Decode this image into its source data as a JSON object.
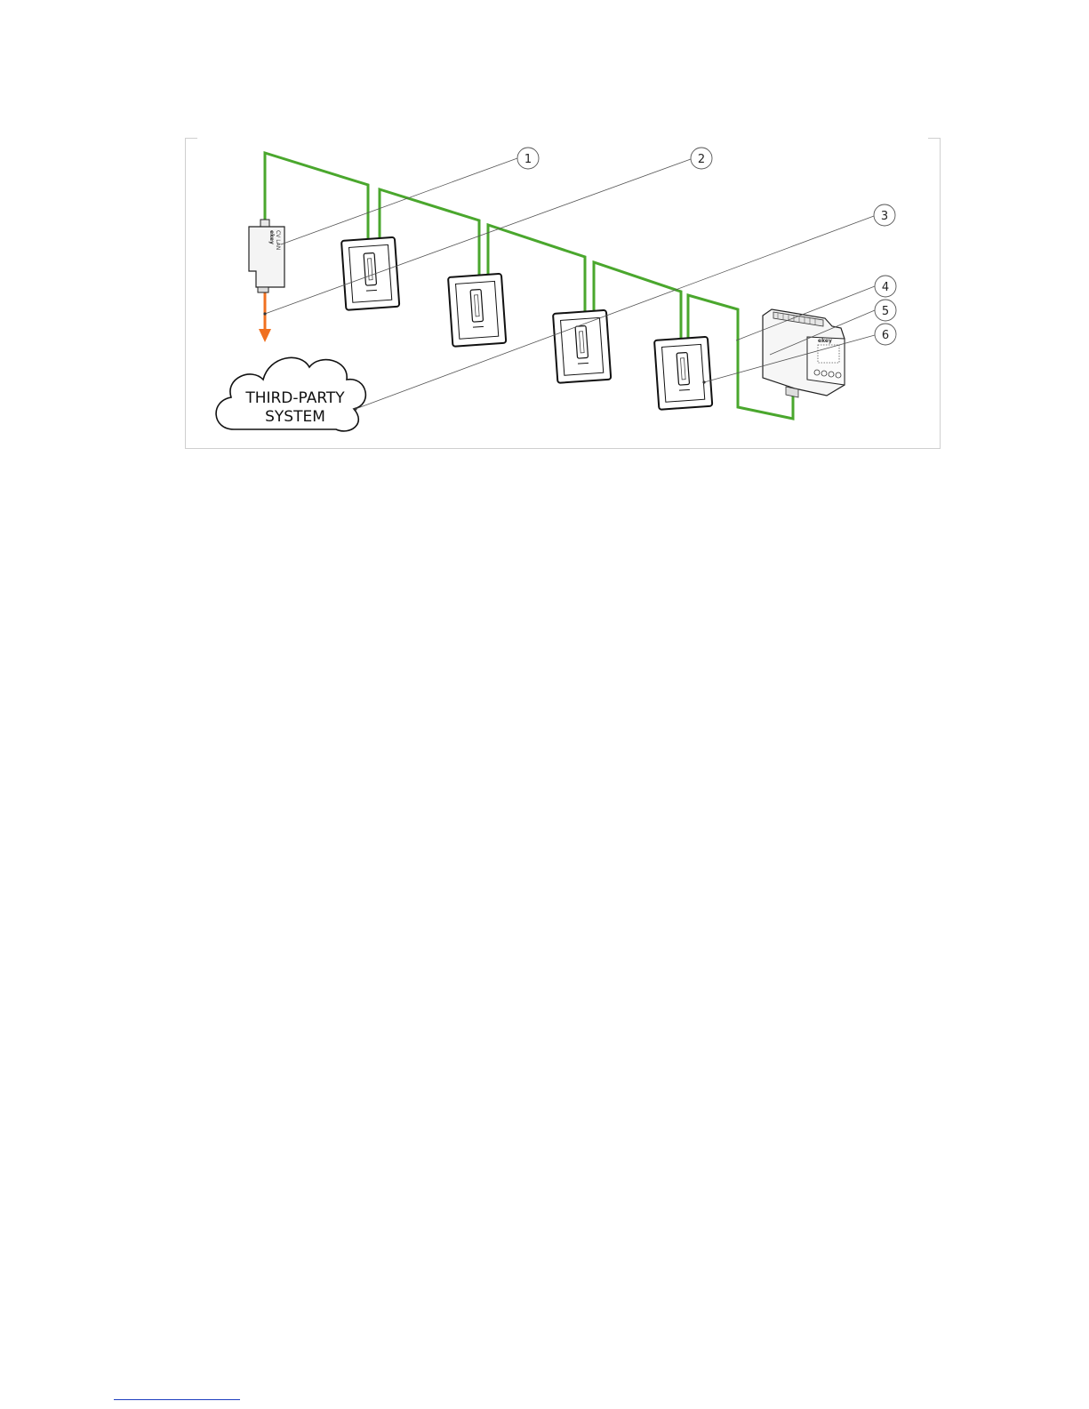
{
  "diagram": {
    "cloud_label_line1": "THIRD-PARTY",
    "cloud_label_line2": "SYSTEM",
    "module_label_line1": "CV LAN",
    "module_label_line2": "ekey",
    "controller_brand": "ekey",
    "callouts": [
      "1",
      "2",
      "3",
      "4",
      "5",
      "6"
    ],
    "colors": {
      "bus_cable": "#4aa72d",
      "data_arrow": "#f07020",
      "device": "#111111",
      "callout_line": "#555555",
      "frame": "#cccccc"
    }
  }
}
